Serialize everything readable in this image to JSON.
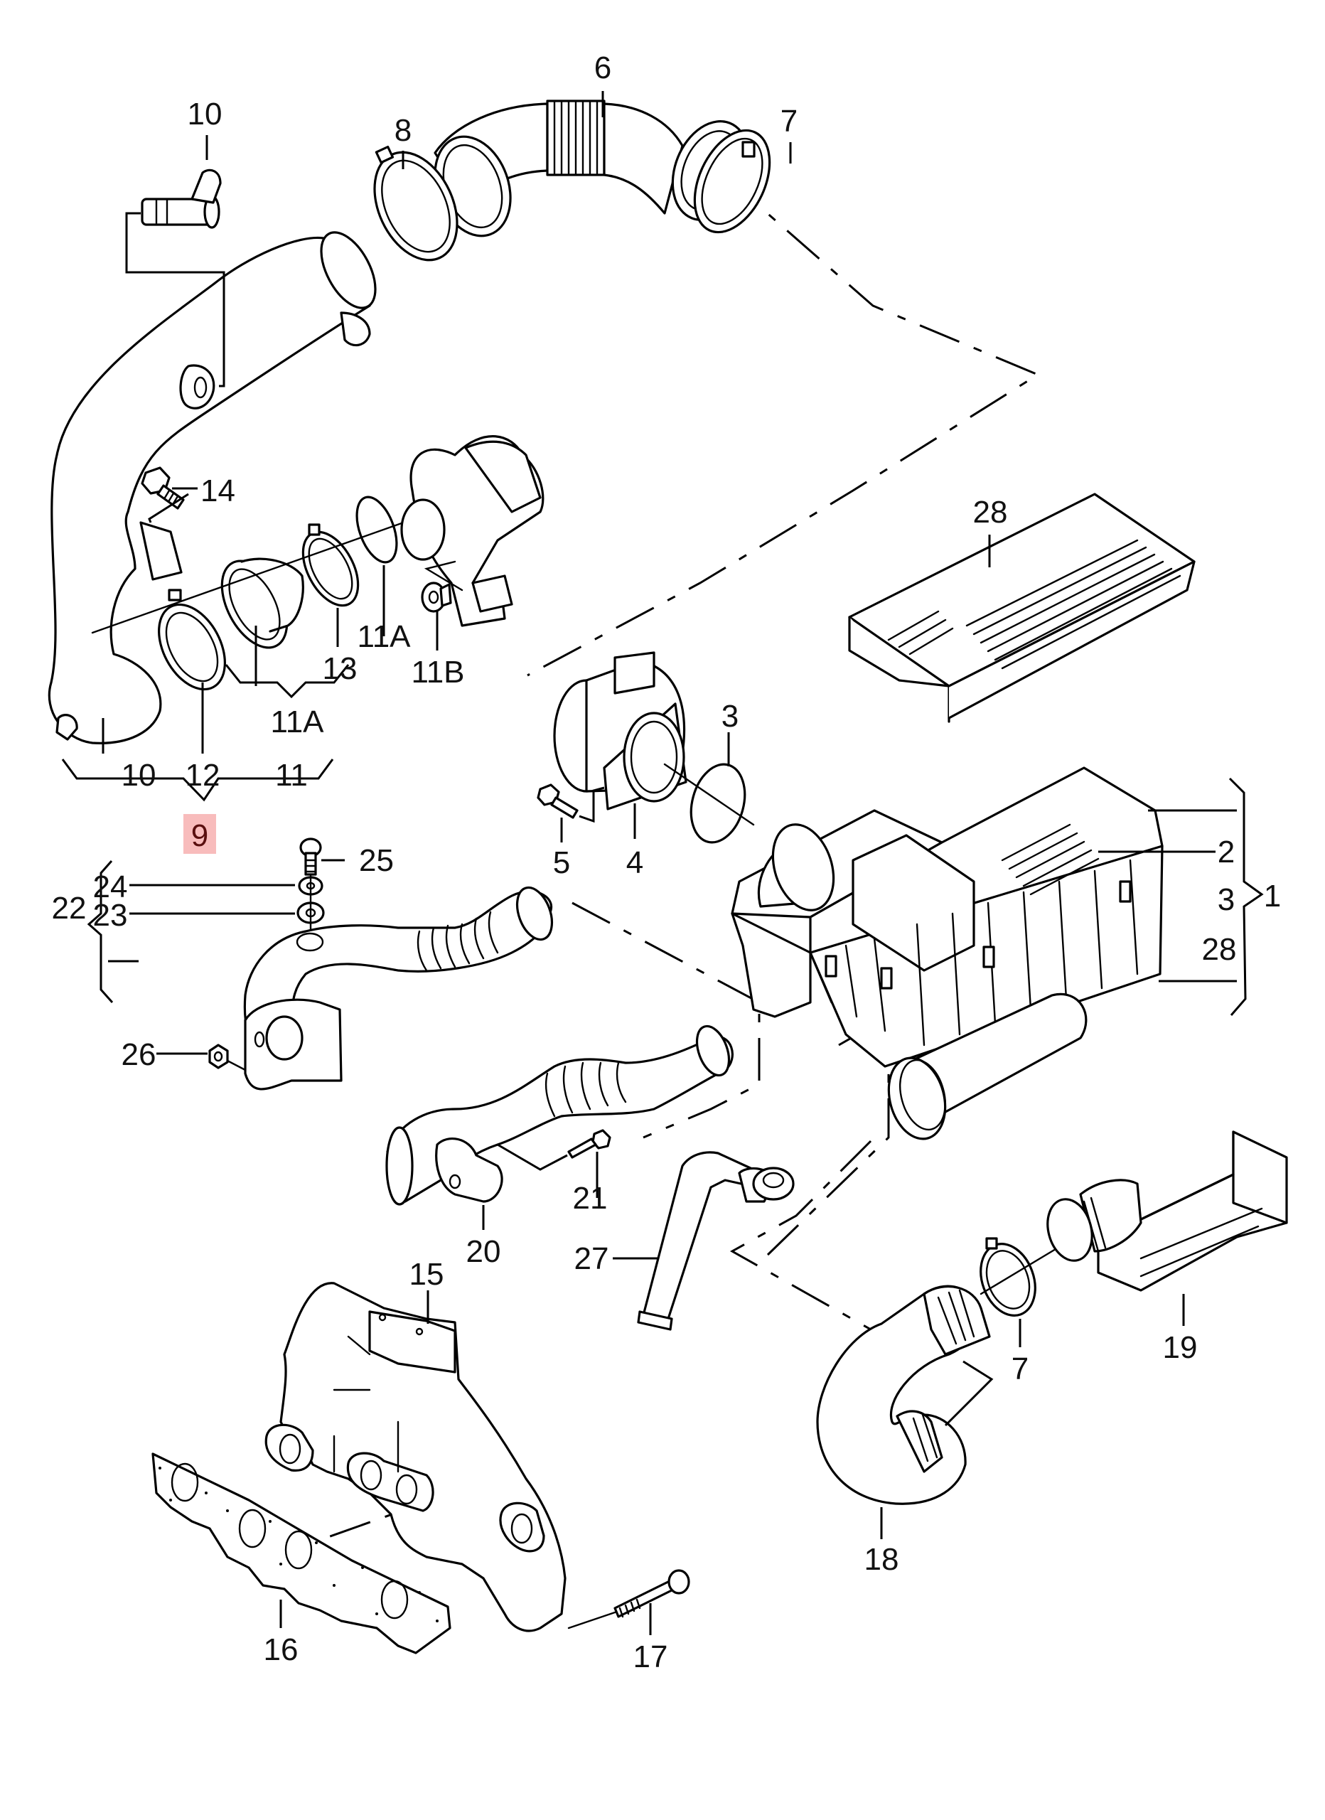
{
  "diagram": {
    "title": "Air intake / turbo charge system exploded parts diagram",
    "highlight_color": "#f8bcbc",
    "highlight_text_color": "#5a0f0f",
    "callouts": {
      "p1": "1",
      "p2": "2",
      "p3_box": "3",
      "p3_group": "3",
      "p4": "4",
      "p5": "5",
      "p6": "6",
      "p7_top": "7",
      "p7_bottom": "7",
      "p8": "8",
      "p9": "9",
      "p10_top": "10",
      "p10_group": "10",
      "p11": "11",
      "p11a_turbo": "11A",
      "p11a_group": "11A",
      "p11b": "11B",
      "p12": "12",
      "p13": "13",
      "p14": "14",
      "p15": "15",
      "p16": "16",
      "p17": "17",
      "p18": "18",
      "p19": "19",
      "p20": "20",
      "p21": "21",
      "p22": "22",
      "p23": "23",
      "p24": "24",
      "p25": "25",
      "p26": "26",
      "p27": "27",
      "p28_cover": "28",
      "p28_group": "28"
    },
    "highlighted_callout": "9",
    "groups": [
      {
        "label": "1",
        "members": [
          "2",
          "3",
          "28"
        ]
      },
      {
        "label": "9",
        "members": [
          "10",
          "12",
          "11"
        ]
      },
      {
        "label": "11",
        "members": [
          "11A"
        ]
      },
      {
        "label": "22",
        "members": [
          "24",
          "23"
        ]
      }
    ]
  }
}
